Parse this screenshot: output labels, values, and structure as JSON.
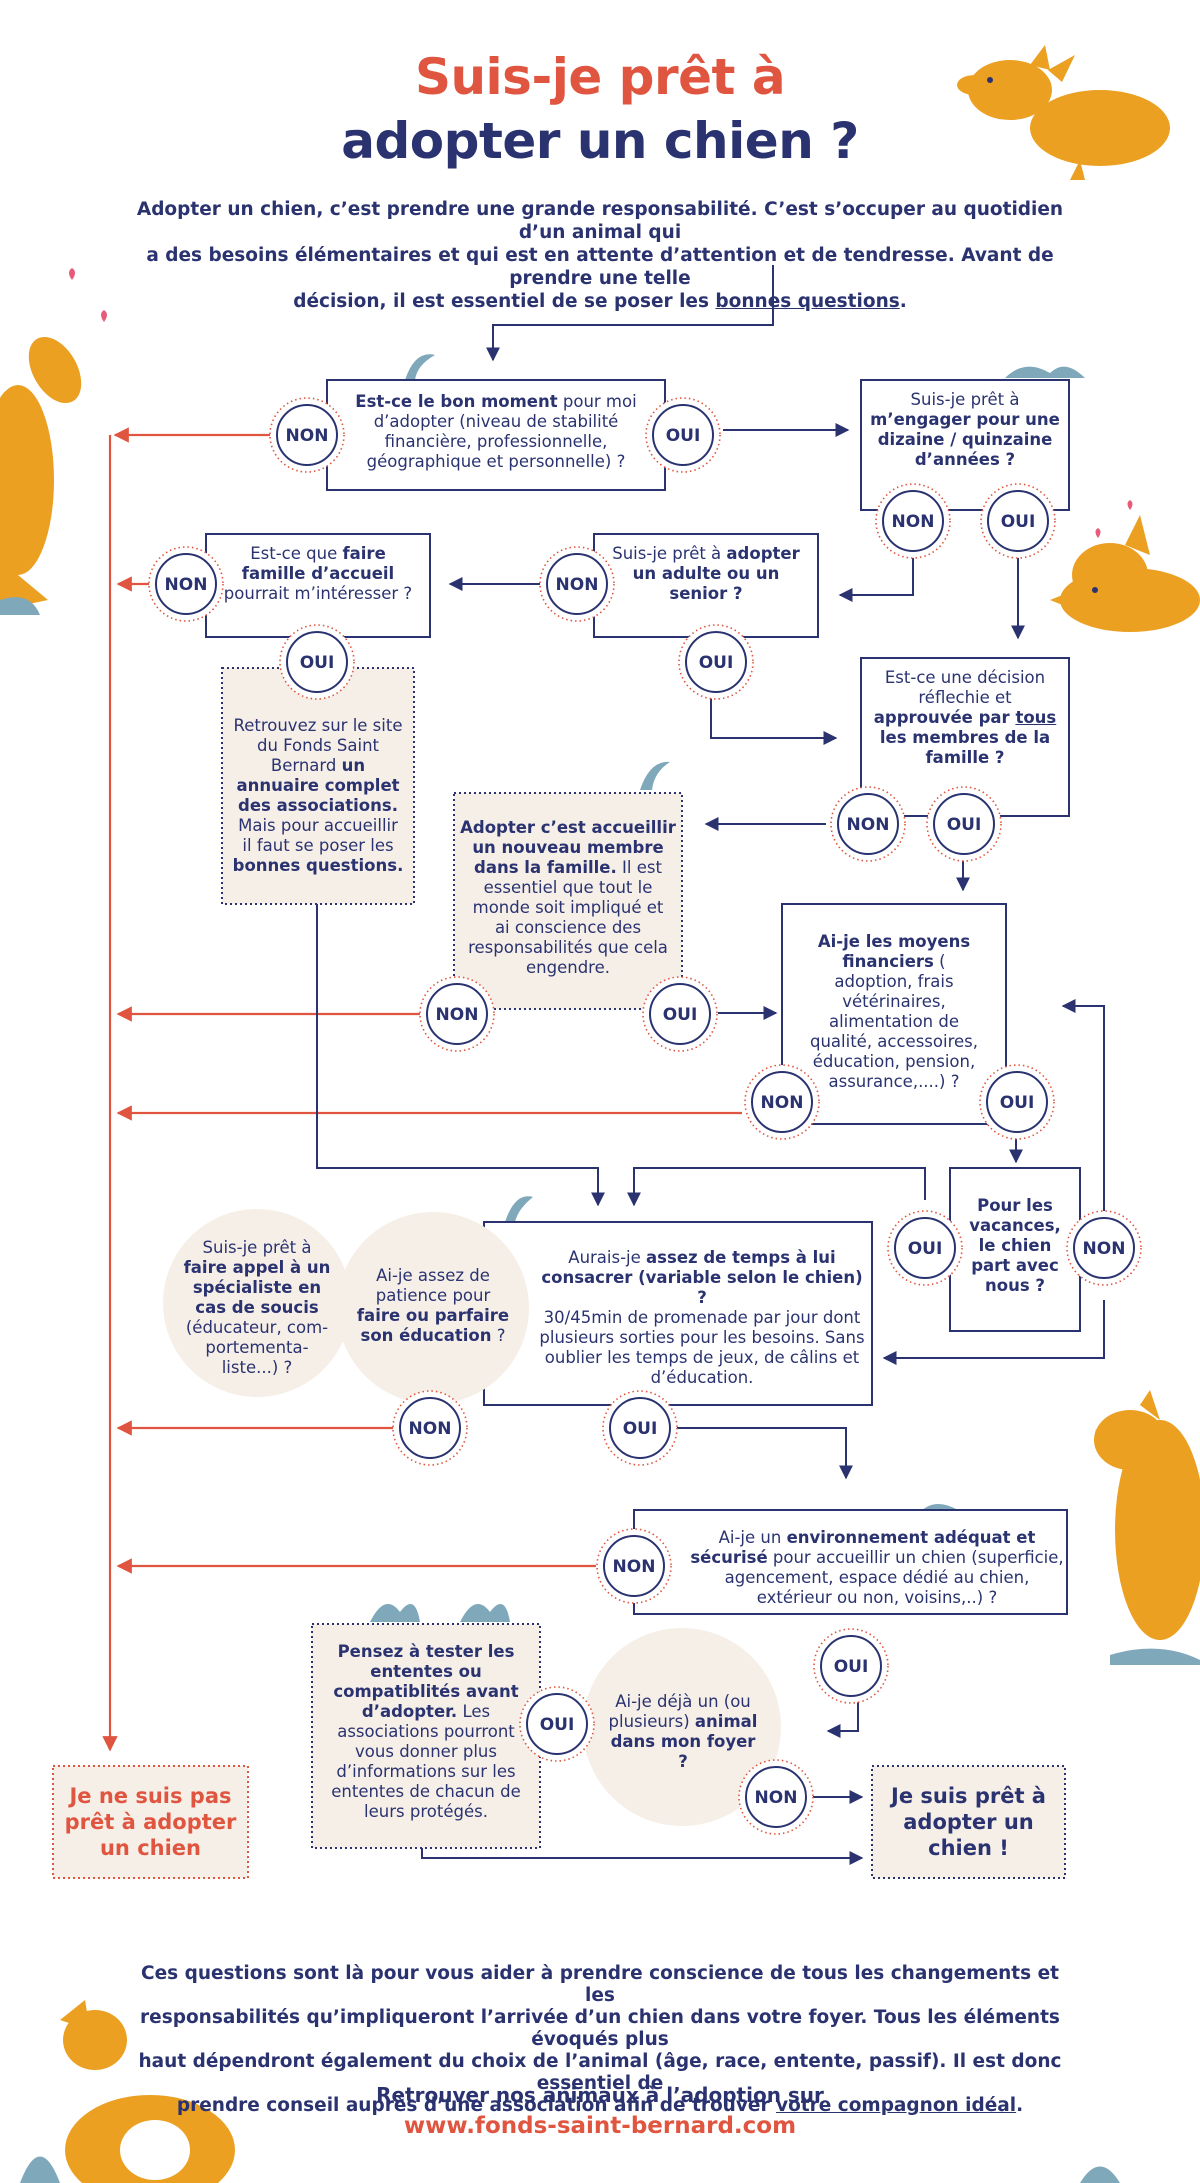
{
  "title": {
    "line1": "Suis-je prêt à",
    "line2": "adopter un chien ?"
  },
  "intro": {
    "line1": "Adopter un chien, c’est prendre une grande responsabilité. C’est s’occuper au quotidien d’un animal qui",
    "line2": "a des besoins élémentaires et qui est en attente d’attention et de tendresse. Avant de prendre une telle",
    "line3a": "décision, il est essentiel de se poser les ",
    "line3b": "bonnes questions",
    "line3c": "."
  },
  "nodes": {
    "q1": {
      "a": "Est-ce le bon moment",
      "b": " pour moi",
      "c": "d’adopter (niveau de stabilité",
      "d": "financière, professionnelle,",
      "e": "géographique et personnelle) ?"
    },
    "q2": {
      "a": "Suis-je prêt à",
      "b": "m’engager pour une",
      "c": "dizaine / quinzaine",
      "d": "d’années ?"
    },
    "q3": {
      "a": "Suis-je prêt à ",
      "b": "adopter",
      "c": "un adulte ou un",
      "d": "senior ?"
    },
    "q4": {
      "a": "Est-ce que ",
      "b": "faire",
      "c": "famille d’accueil",
      "d": "pourrait m’intéresser ?"
    },
    "info1": {
      "a": "Retrouvez sur le site",
      "b": "du Fonds Saint",
      "c": "Bernard ",
      "d": "un",
      "e": "annuaire complet",
      "f": "des associations.",
      "g": "Mais pour accueillir",
      "h": "il faut se poser les",
      "i": "bonnes questions."
    },
    "q5": {
      "a": "Est-ce une décision",
      "b": "réflechie et",
      "c": "approuvée par ",
      "d": "tous",
      "e": "les membres de la",
      "f": "famille ?"
    },
    "info2": {
      "a": "Adopter c’est accueillir",
      "b": "un nouveau membre",
      "c": "dans la famille.",
      "d": " Il est",
      "e": "essentiel que tout le",
      "f": "monde soit impliqué et",
      "g": "ai conscience des",
      "h": "responsabilités que cela",
      "i": "engendre."
    },
    "q6": {
      "a": "Ai-je les moyens",
      "b": "financiers",
      "c": " (",
      "d": "adoption, frais",
      "e": "vétérinaires,",
      "f": "alimentation de",
      "g": "qualité, accessoires,",
      "h": "éducation, pension,",
      "i": "assurance,....) ?"
    },
    "q7": {
      "a": "Pour les",
      "b": "vacances,",
      "c": "le chien",
      "d": "part avec",
      "e": "nous ?"
    },
    "q8": {
      "a": "Aurais-je ",
      "b": "assez de temps à lui",
      "c": "consacrer (variable selon le chien) ?",
      "d": "30/45min de promenade par jour dont",
      "e": "plusieurs sorties pour les besoins. Sans",
      "f": "oublier les temps de jeux, de câlins et",
      "g": "d’éducation."
    },
    "c1": {
      "a": "Suis-je prêt à",
      "b": "faire appel à un",
      "c": "spécialiste en",
      "d": "cas de soucis",
      "e": "(éducateur, com-",
      "f": "portementa-",
      "g": "liste...) ?"
    },
    "c2": {
      "a": "Ai-je assez de",
      "b": "patience pour",
      "c": "faire ou parfaire",
      "d": "son éducation",
      "e": " ?"
    },
    "q9": {
      "a": "Ai-je un ",
      "b": "environnement adéquat et",
      "c": "sécurisé",
      "d": " pour accueillir un chien (superficie,",
      "e": "agencement, espace dédié au chien,",
      "f": "extérieur ou non, voisins,..) ?"
    },
    "info3": {
      "a": "Pensez à tester les",
      "b": "ententes ou",
      "c": "compatiblités avant",
      "d": "d’adopter.",
      "e": " Les",
      "f": "associations pourront",
      "g": "vous donner plus",
      "h": "d’informations sur les",
      "i": "ententes de chacun de",
      "j": "leurs protégés."
    },
    "c3": {
      "a": "Ai-je déjà un (ou",
      "b": "plusieurs) ",
      "c": "animal",
      "d": "dans mon foyer",
      "e": "?"
    }
  },
  "answers": {
    "non": "NON",
    "oui": "OUI"
  },
  "result_no": {
    "a": "Je ne suis pas",
    "b": "prêt à adopter",
    "c": "un chien"
  },
  "result_yes": {
    "a": "Je suis prêt à",
    "b": "adopter un",
    "c": "chien !"
  },
  "outro": {
    "line1": "Ces questions sont là pour vous aider à prendre conscience de tous les changements et les",
    "line2": "responsabilités qu’impliqueront l’arrivée d’un chien dans votre foyer. Tous les éléments évoqués plus",
    "line3": "haut dépendront également du choix de l’animal (âge, race, entente, passif). Il est donc essentiel de",
    "line4a": "prendre conseil auprès d’une association afin de trouver ",
    "line4b": "votre compagnon idéal",
    "line4c": "."
  },
  "footer": {
    "retrouver": "Retrouver nos animaux à l’adoption sur",
    "site": "www.fonds-saint-bernard.com"
  },
  "colors": {
    "navy": "#2a3370",
    "red": "#e0553f",
    "orange": "#eba022",
    "beige": "#f6efe8",
    "plant": "#7fa8bb"
  }
}
